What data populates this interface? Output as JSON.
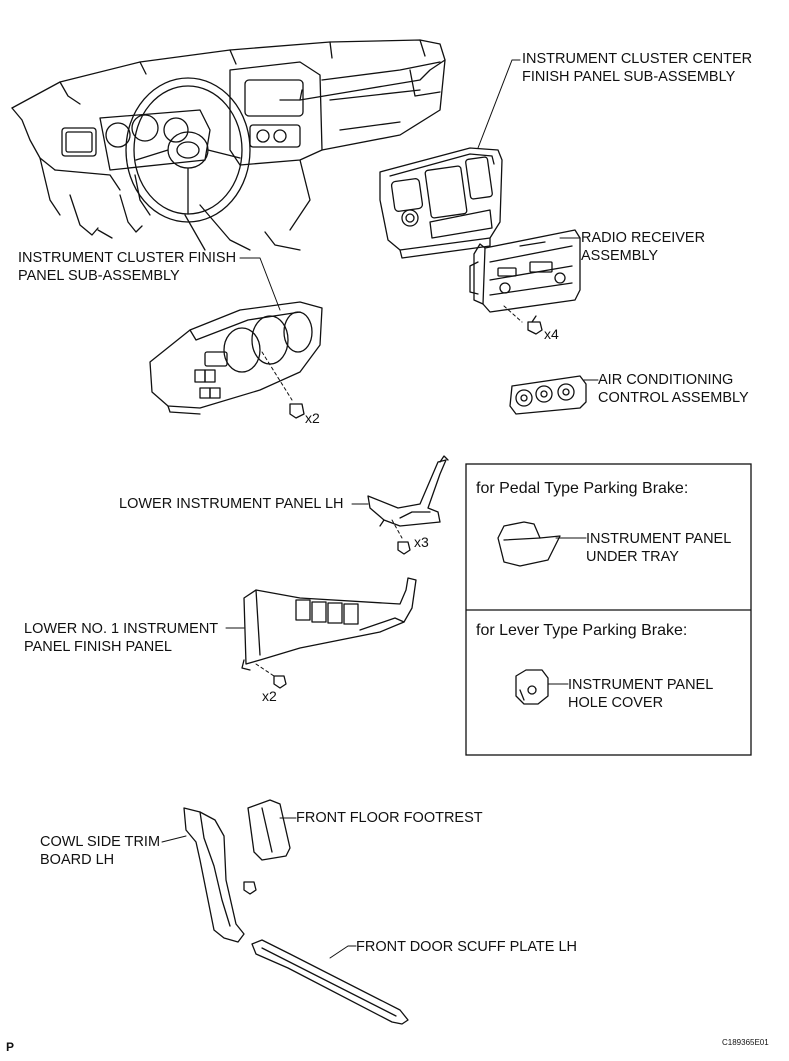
{
  "labels": {
    "center_panel": [
      "INSTRUMENT CLUSTER CENTER",
      "FINISH PANEL SUB-ASSEMBLY"
    ],
    "radio": [
      "RADIO RECEIVER",
      "ASSEMBLY"
    ],
    "cluster_panel": [
      "INSTRUMENT CLUSTER FINISH",
      "PANEL SUB-ASSEMBLY"
    ],
    "ac_control": [
      "AIR CONDITIONING",
      "CONTROL ASSEMBLY"
    ],
    "lower_panel": "LOWER INSTRUMENT PANEL LH",
    "lower_finish": [
      "LOWER NO. 1 INSTRUMENT",
      "PANEL FINISH PANEL"
    ],
    "cowl": [
      "COWL SIDE TRIM",
      "BOARD LH"
    ],
    "footrest": "FRONT FLOOR FOOTREST",
    "scuff": "FRONT DOOR SCUFF PLATE LH"
  },
  "quantities": {
    "radio_screws": "x4",
    "cluster_screws": "x2",
    "lower_panel_screws": "x3",
    "lower_finish_screws": "x2"
  },
  "box": {
    "pedal_title": "for Pedal Type Parking Brake:",
    "pedal_part": [
      "INSTRUMENT PANEL",
      "UNDER TRAY"
    ],
    "lever_title": "for Lever Type Parking Brake:",
    "lever_part": [
      "INSTRUMENT PANEL",
      "HOLE COVER"
    ]
  },
  "footer": {
    "left_mark": "P",
    "code": "C189365E01"
  }
}
